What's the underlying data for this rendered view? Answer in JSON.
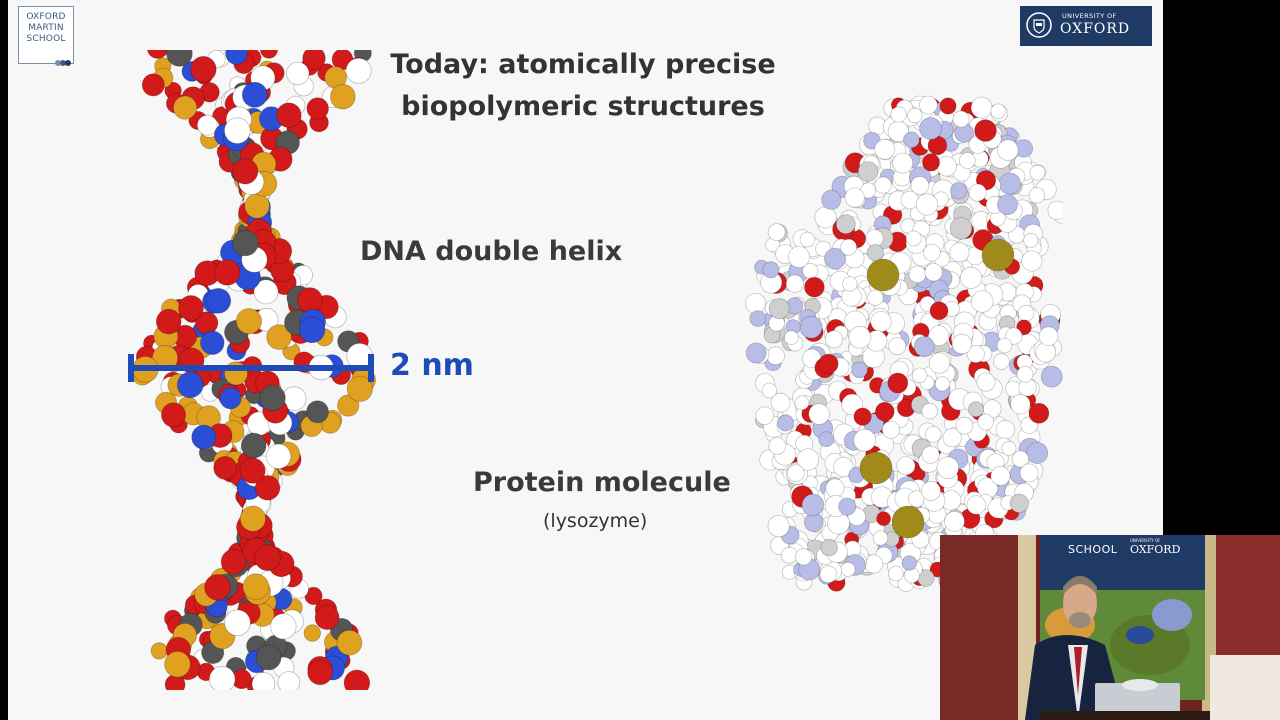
{
  "slide": {
    "title_line1": "Today:  atomically precise",
    "title_line2": "biopolymeric structures",
    "dna_label": "DNA double helix",
    "scale_label": "2 nm",
    "protein_label": "Protein molecule",
    "protein_sublabel": "(lysozyme)"
  },
  "logos": {
    "oxford_martin_line1": "OXFORD",
    "oxford_martin_line2": "MARTIN",
    "oxford_martin_line3": "SCHOOL",
    "university_small": "UNIVERSITY OF",
    "university_big": "OXFORD"
  },
  "inset": {
    "banner_left": "SCHOOL",
    "banner_small": "UNIVERSITY OF",
    "banner_right": "OXFORD"
  },
  "colors": {
    "scale_bar": "#1e4bb8",
    "oxford_blue": "#1f3a64",
    "atom_oxygen": "#d21a1a",
    "atom_phosphorus": "#e0a020",
    "atom_carbon": "#555555",
    "atom_nitrogen": "#2b4ed6",
    "atom_hydrogen": "#ffffff",
    "atom_sulfur": "#a08a1a"
  }
}
